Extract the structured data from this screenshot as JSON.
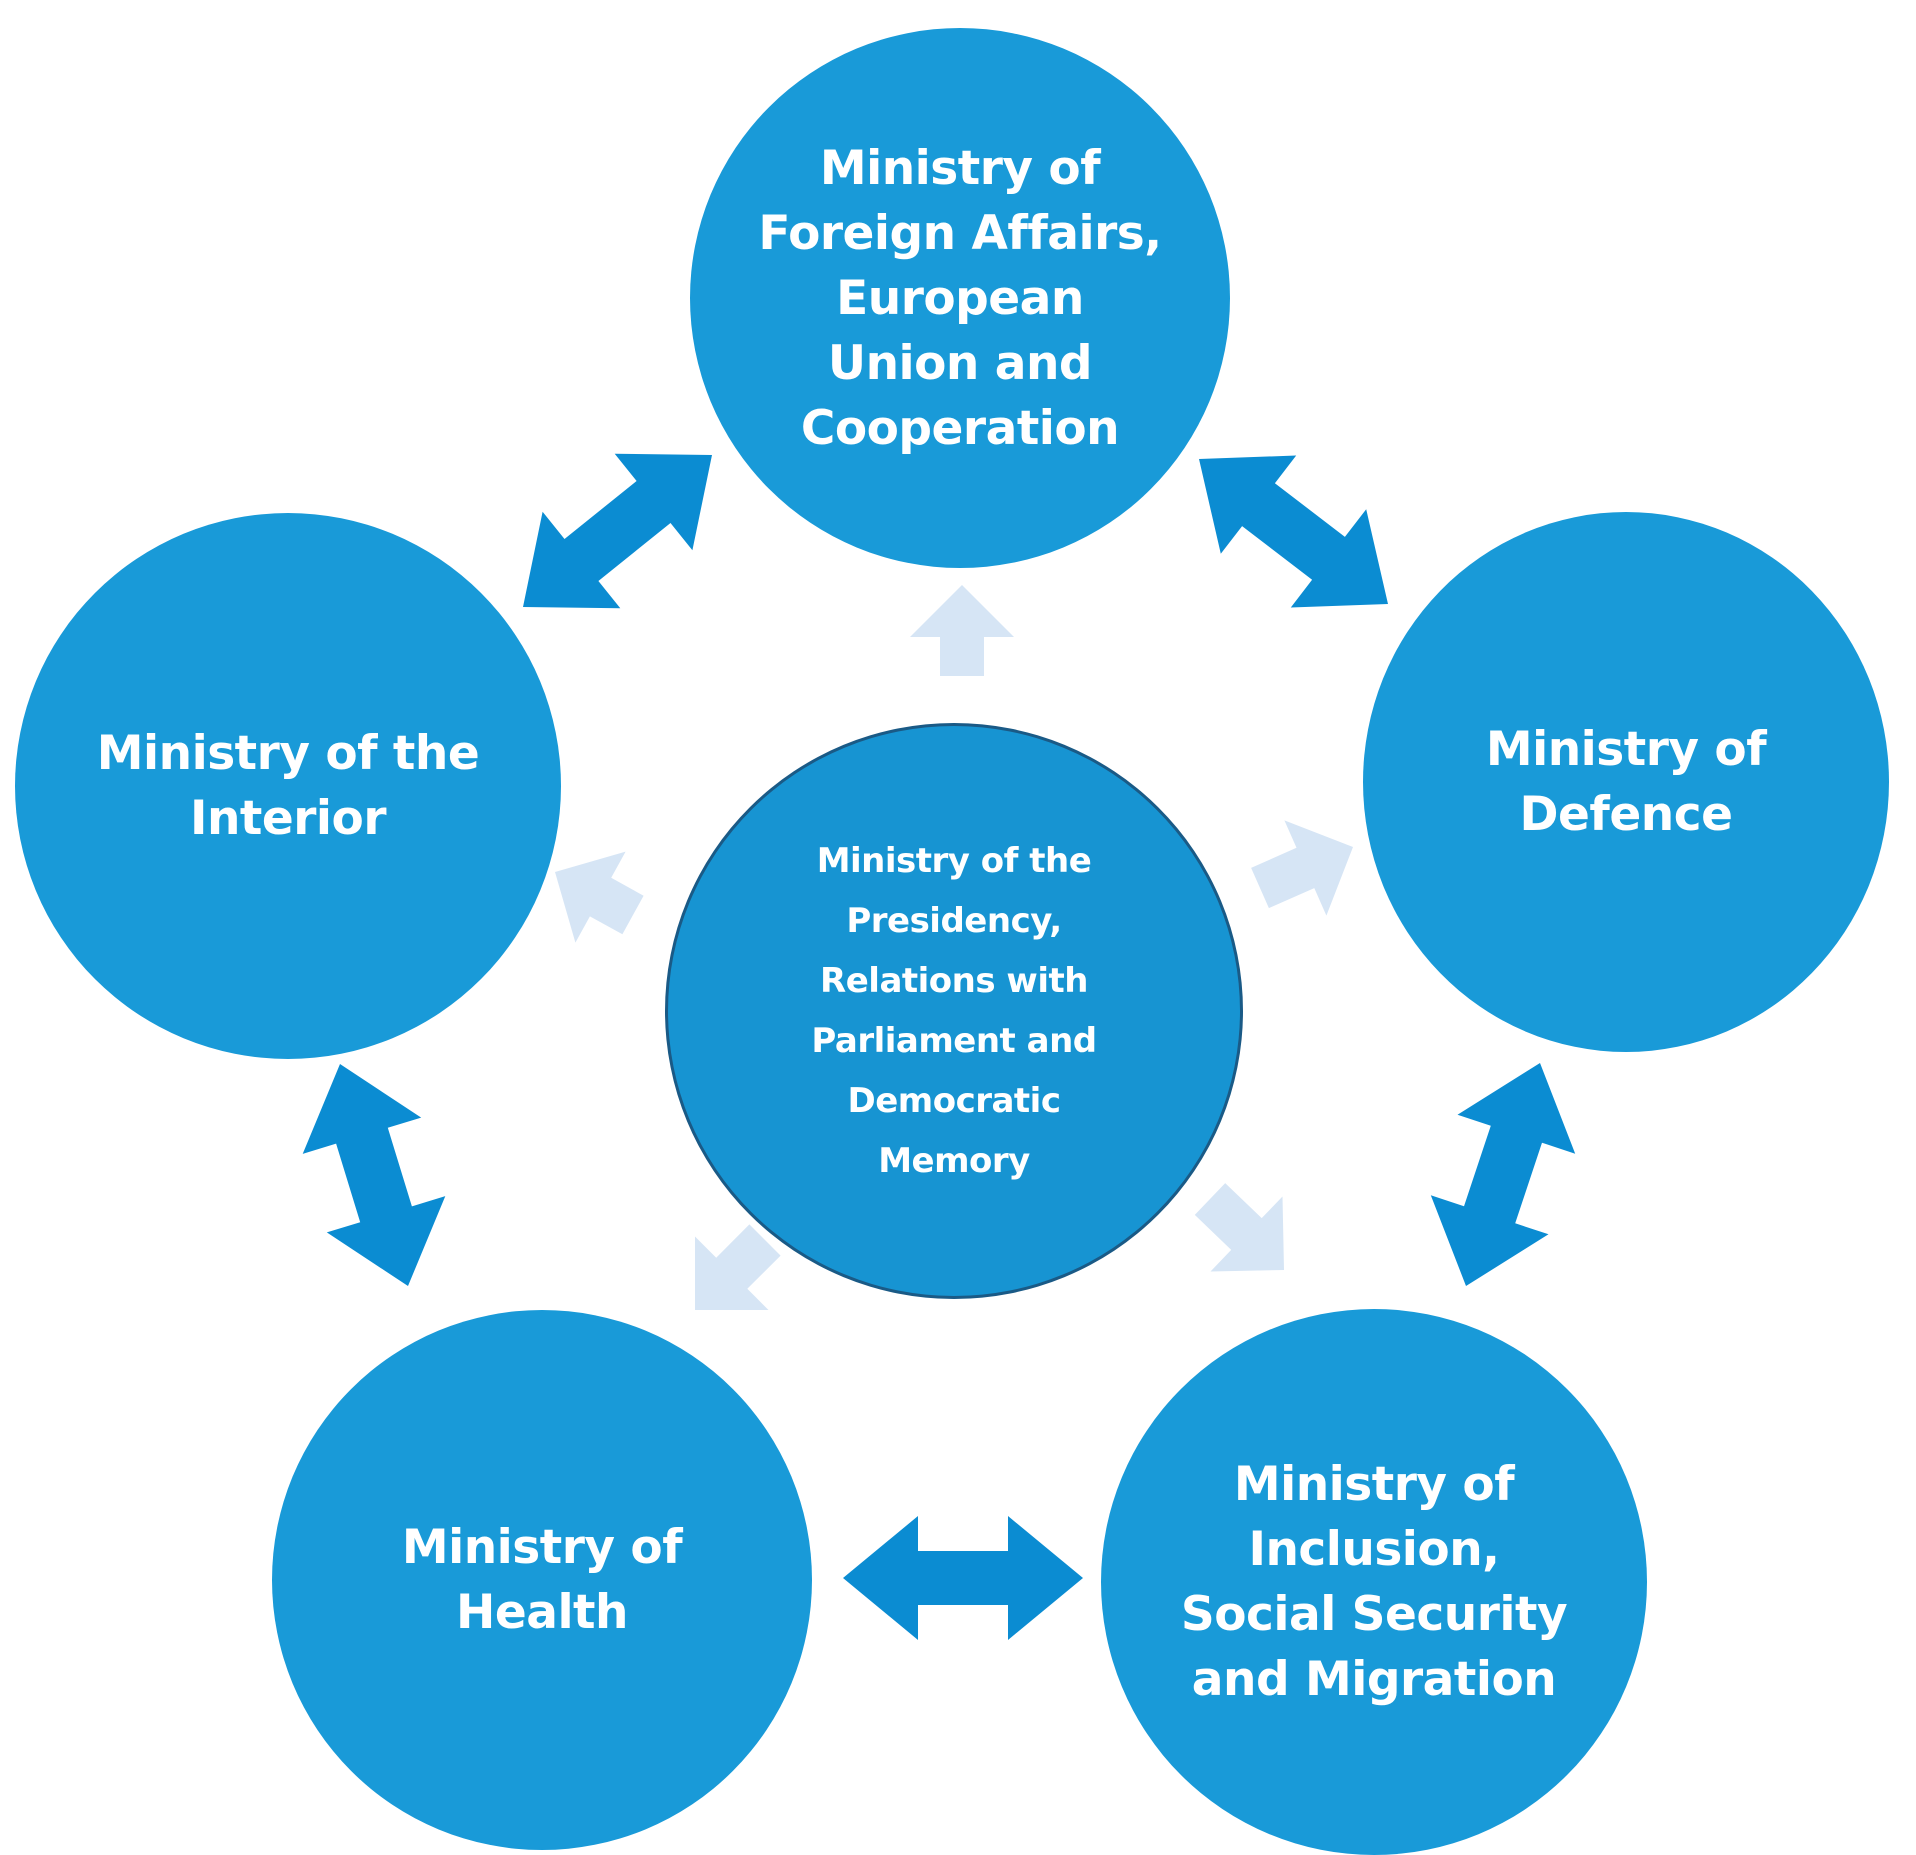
{
  "diagram": {
    "center": {
      "label": "Ministry of the\nPresidency,\nRelations with\nParliament and\nDemocratic\nMemory"
    },
    "nodes": {
      "foreign_affairs": {
        "label": "Ministry of\nForeign Affairs,\nEuropean\nUnion and\nCooperation"
      },
      "interior": {
        "label": "Ministry of the\nInterior"
      },
      "defence": {
        "label": "Ministry of\nDefence"
      },
      "health": {
        "label": "Ministry of\nHealth"
      },
      "inclusion": {
        "label": "Ministry of\nInclusion,\nSocial Security\nand Migration"
      }
    },
    "colors": {
      "node_fill": "#199ad8",
      "center_fill": "#1794d2",
      "center_border": "#1a5a86",
      "bidirectional_arrow": "#0b8cd2",
      "center_arrow": "#d6e5f5",
      "label_text": "#ffffff"
    }
  }
}
